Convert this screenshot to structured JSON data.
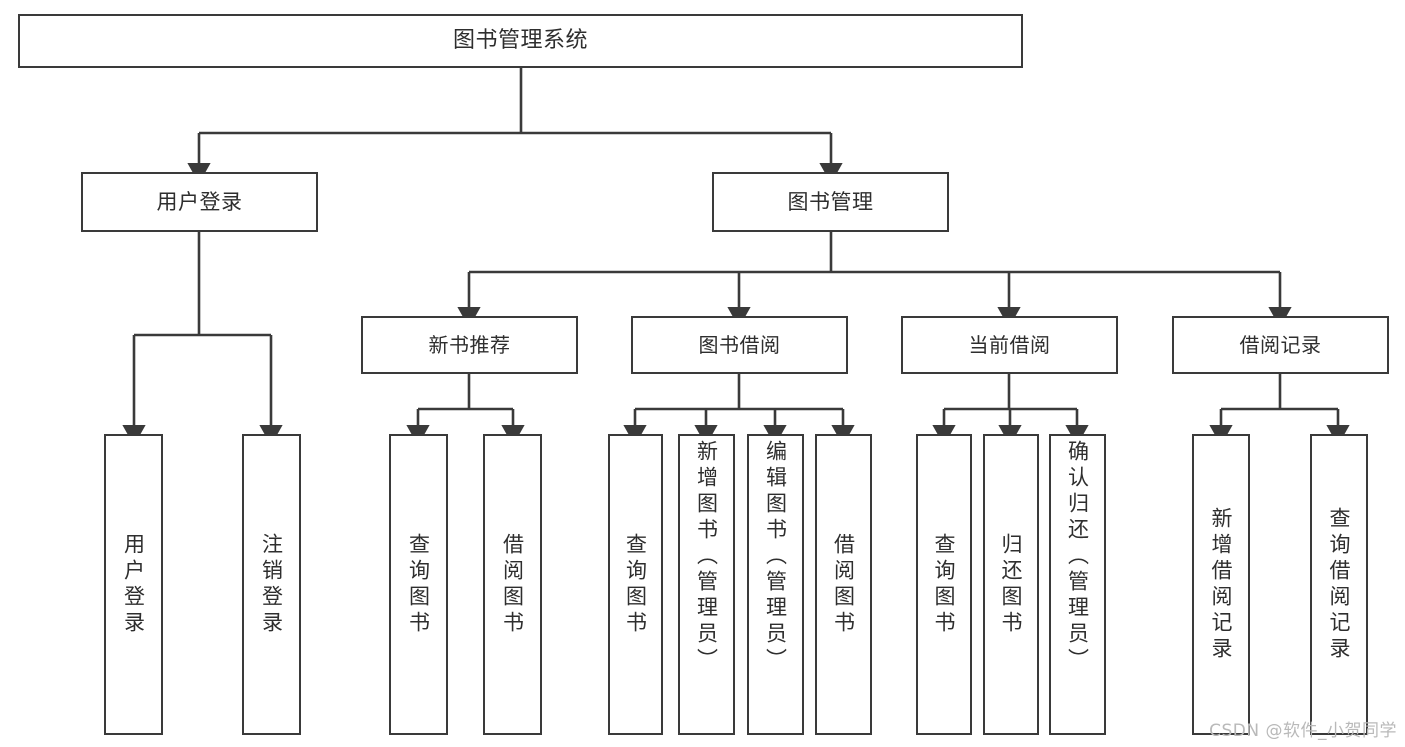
{
  "diagram": {
    "type": "tree-hierarchy",
    "title": "图书管理系统",
    "root": {
      "label": "图书管理系统"
    },
    "level2": [
      {
        "id": "user-login",
        "label": "用户登录"
      },
      {
        "id": "book-manage",
        "label": "图书管理"
      }
    ],
    "level3": [
      {
        "id": "new-book-rec",
        "label": "新书推荐"
      },
      {
        "id": "book-borrow",
        "label": "图书借阅"
      },
      {
        "id": "current-borrow",
        "label": "当前借阅"
      },
      {
        "id": "borrow-record",
        "label": "借阅记录"
      }
    ],
    "leaves": [
      {
        "id": "leaf-user-login",
        "label": "用户登录",
        "parent": "user-login"
      },
      {
        "id": "leaf-user-logout",
        "label": "注销登录",
        "parent": "user-login"
      },
      {
        "id": "leaf-query-book-1",
        "label": "查询图书",
        "parent": "new-book-rec"
      },
      {
        "id": "leaf-borrow-book-1",
        "label": "借阅图书",
        "parent": "new-book-rec"
      },
      {
        "id": "leaf-query-book-2",
        "label": "查询图书",
        "parent": "book-borrow"
      },
      {
        "id": "leaf-add-book",
        "label": "新增图书（管理员）",
        "parent": "book-borrow"
      },
      {
        "id": "leaf-edit-book",
        "label": "编辑图书（管理员）",
        "parent": "book-borrow"
      },
      {
        "id": "leaf-borrow-book-2",
        "label": "借阅图书",
        "parent": "book-borrow"
      },
      {
        "id": "leaf-query-book-3",
        "label": "查询图书",
        "parent": "current-borrow"
      },
      {
        "id": "leaf-return-book",
        "label": "归还图书",
        "parent": "current-borrow"
      },
      {
        "id": "leaf-confirm-return",
        "label": "确认归还（管理员）",
        "parent": "current-borrow"
      },
      {
        "id": "leaf-add-record",
        "label": "新增借阅记录",
        "parent": "borrow-record"
      },
      {
        "id": "leaf-query-record",
        "label": "查询借阅记录",
        "parent": "borrow-record"
      }
    ]
  },
  "watermark": {
    "text": "CSDN @软件_小贺同学"
  },
  "colors": {
    "stroke": "#3a3a3a",
    "text": "#2e2e2e",
    "background": "#ffffff",
    "watermark": "#b9b9b9"
  }
}
